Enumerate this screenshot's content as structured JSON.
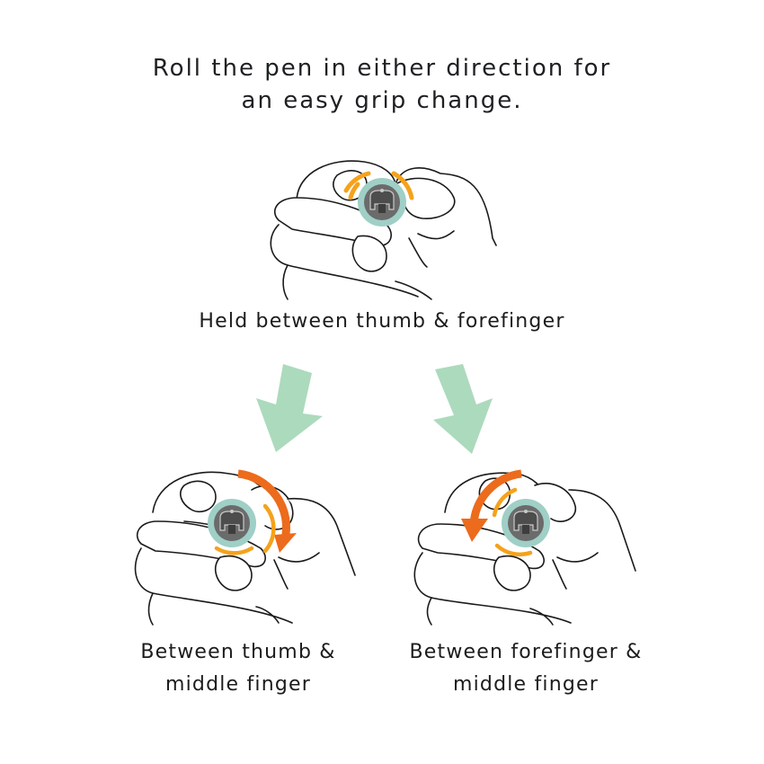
{
  "title": {
    "line1": "Roll the pen in either direction for",
    "line2": "an easy grip change."
  },
  "top_grip": {
    "caption": "Held between thumb & forefinger"
  },
  "grips": [
    {
      "caption_line1": "Between thumb &",
      "caption_line2": "middle finger",
      "rotation": "clockwise"
    },
    {
      "caption_line1": "Between forefinger &",
      "caption_line2": "middle finger",
      "rotation": "counterclockwise"
    }
  ],
  "colors": {
    "arrow_green": "#acdabd",
    "pressure_orange": "#f5a21c",
    "rotation_orange": "#ec6b1c",
    "pen_ring": "#9fcfc6",
    "pen_body": "#6b6b6b",
    "pen_core": "#4d4d4d"
  }
}
